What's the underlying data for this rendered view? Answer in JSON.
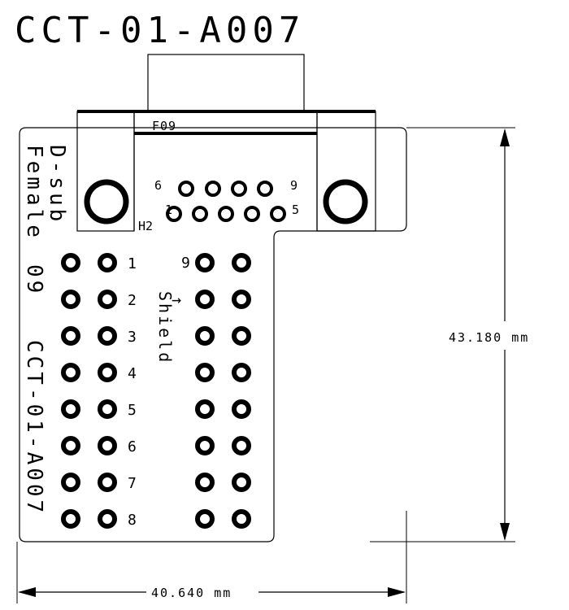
{
  "drawing": {
    "title": "CCT-01-A007",
    "connector_label": "F09",
    "hole_label": "H2",
    "side_label_1": "D-sub",
    "side_label_2": "Female",
    "side_label_3": "09",
    "side_label_4": "CCT-01-A007",
    "shield_label": "Shield",
    "arrow_glyph": "→"
  },
  "dimensions": {
    "height_label": "43.180 mm",
    "width_label": "40.640 mm"
  },
  "dsub_pins": {
    "top_row_start": "6",
    "top_row_end": "9",
    "bottom_row_start": "1",
    "bottom_row_end": "5"
  },
  "left_header_pins": [
    "1",
    "2",
    "3",
    "4",
    "5",
    "6",
    "7",
    "8"
  ],
  "right_header_pin_label": "9"
}
